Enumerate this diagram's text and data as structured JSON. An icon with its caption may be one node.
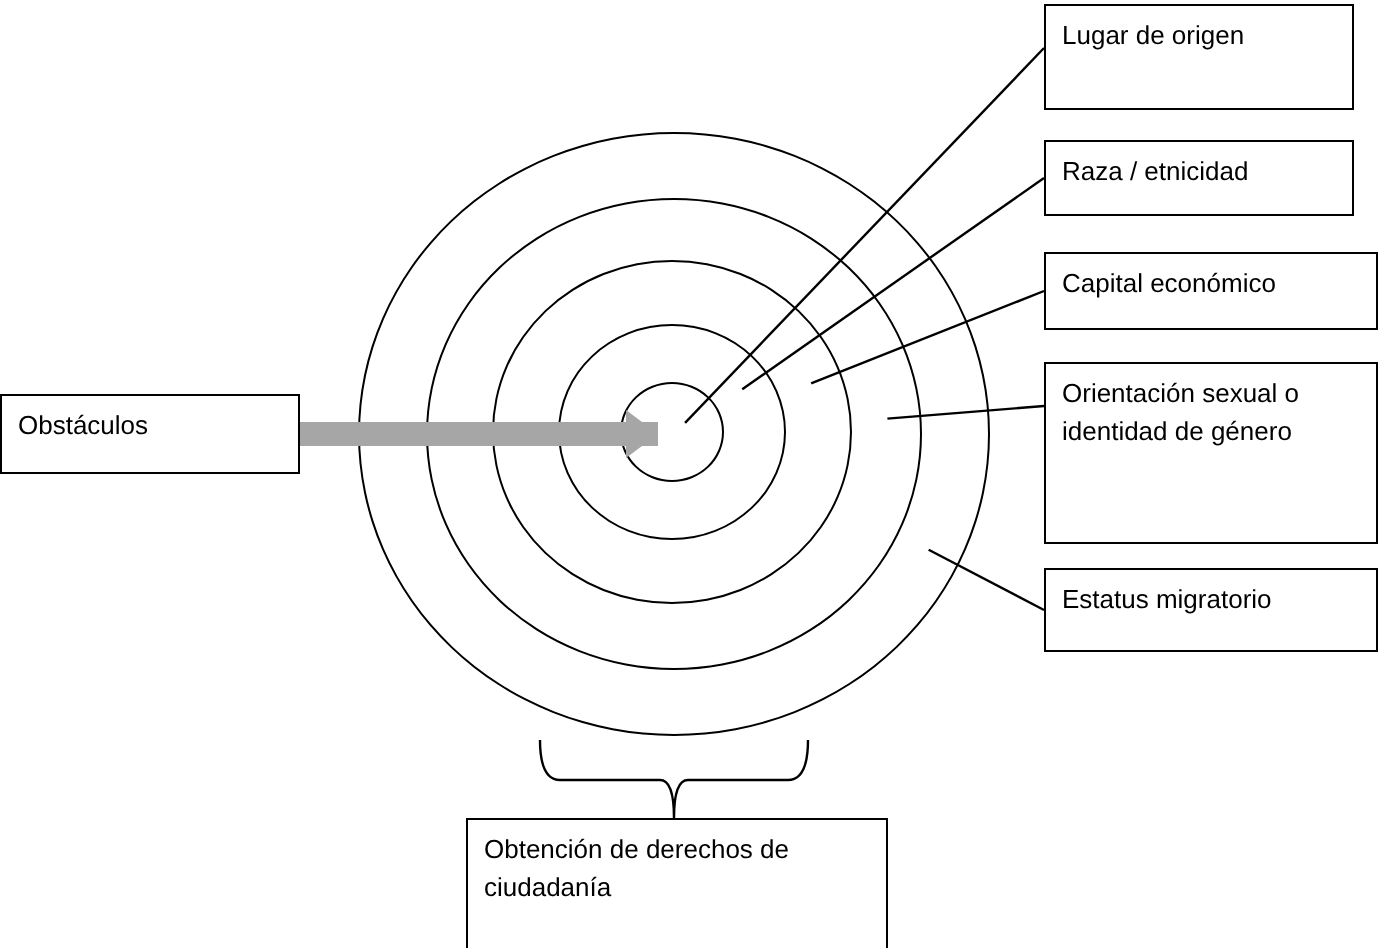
{
  "diagram": {
    "nodes": [
      {
        "text": [
          "Obstáculos"
        ]
      },
      {
        "text": [],
        "shape": "circle"
      },
      {
        "text": [],
        "shape": "circle",
        "in": 1
      },
      {
        "text": [],
        "shape": "circle",
        "in": 2
      },
      {
        "text": [],
        "shape": "circle",
        "in": 3
      },
      {
        "text": [],
        "shape": "circle",
        "in": 4
      },
      {
        "text": [
          "Lugar de origen"
        ]
      },
      {
        "text": [
          "Raza / etnicidad"
        ]
      },
      {
        "text": [
          "Capital económico"
        ]
      },
      {
        "text": [
          "Orientación sexual o identidad de género"
        ]
      },
      {
        "text": [
          "Estatus migratorio"
        ]
      },
      {
        "text": [
          "Obtención de derechos de ciudadanía"
        ]
      }
    ],
    "edges": [
      {
        "from": 0,
        "to": 5,
        "arrow": "to",
        "style": "thick",
        "color": "#a6a6a6"
      },
      {
        "from": 6,
        "to": 5,
        "arrow": "none"
      },
      {
        "from": 7,
        "to": 4,
        "arrow": "none"
      },
      {
        "from": 8,
        "to": 3,
        "arrow": "none"
      },
      {
        "from": 9,
        "to": 2,
        "arrow": "none"
      },
      {
        "from": 10,
        "to": 1,
        "arrow": "none"
      }
    ]
  }
}
